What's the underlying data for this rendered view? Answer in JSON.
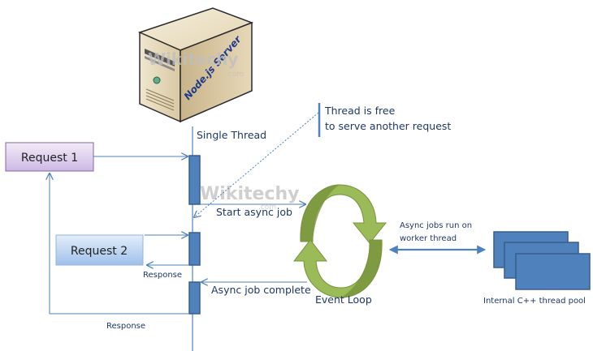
{
  "server": {
    "label": "Node.js Server"
  },
  "watermark": {
    "brand": "Wikitechy",
    "suffix": ".com"
  },
  "thread": {
    "label": "Single Thread"
  },
  "note": {
    "line1": "Thread is free",
    "line2": "to serve another request"
  },
  "requests": [
    {
      "label": "Request 1",
      "response_label": "Response"
    },
    {
      "label": "Request 2",
      "response_label": "Response"
    }
  ],
  "messages": {
    "start_async": "Start async job",
    "async_complete": "Async job complete",
    "worker_line1": "Async jobs run on",
    "worker_line2": "worker thread"
  },
  "event_loop": {
    "label": "Event Loop"
  },
  "thread_pool": {
    "label": "Internal C++ thread pool"
  },
  "colors": {
    "line": "#4f81bd",
    "activation": "#4f81bd",
    "activation_border": "#385d8a",
    "text": "#1f3864",
    "loop_light": "#9bbb59",
    "loop_dark": "#77933c",
    "request1_fill": "#e5d9f2",
    "request2_fill": "#c6d9f1"
  }
}
